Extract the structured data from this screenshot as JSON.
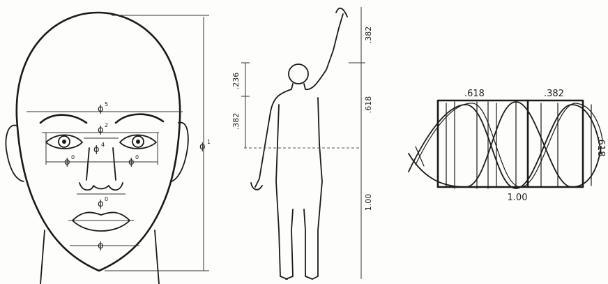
{
  "face": {
    "labels": [
      {
        "text": "ϕ",
        "sup": "5"
      },
      {
        "text": "ϕ",
        "sup": "2"
      },
      {
        "text": "ϕ",
        "sup": "4"
      },
      {
        "text": "ϕ",
        "sup": "0"
      },
      {
        "text": "ϕ",
        "sup": "0"
      },
      {
        "text": "ϕ",
        "sup": "0"
      },
      {
        "text": "ϕ",
        "sup": ""
      },
      {
        "text": "ϕ",
        "sup": "1"
      }
    ]
  },
  "body": {
    "left_labels": [
      ".236",
      ".382"
    ],
    "right_labels": [
      ".382",
      ".618",
      "1.00"
    ]
  },
  "rectangle": {
    "top_labels": [
      ".618",
      ".382"
    ],
    "right_label": ".618",
    "bottom_label": "1.00"
  }
}
